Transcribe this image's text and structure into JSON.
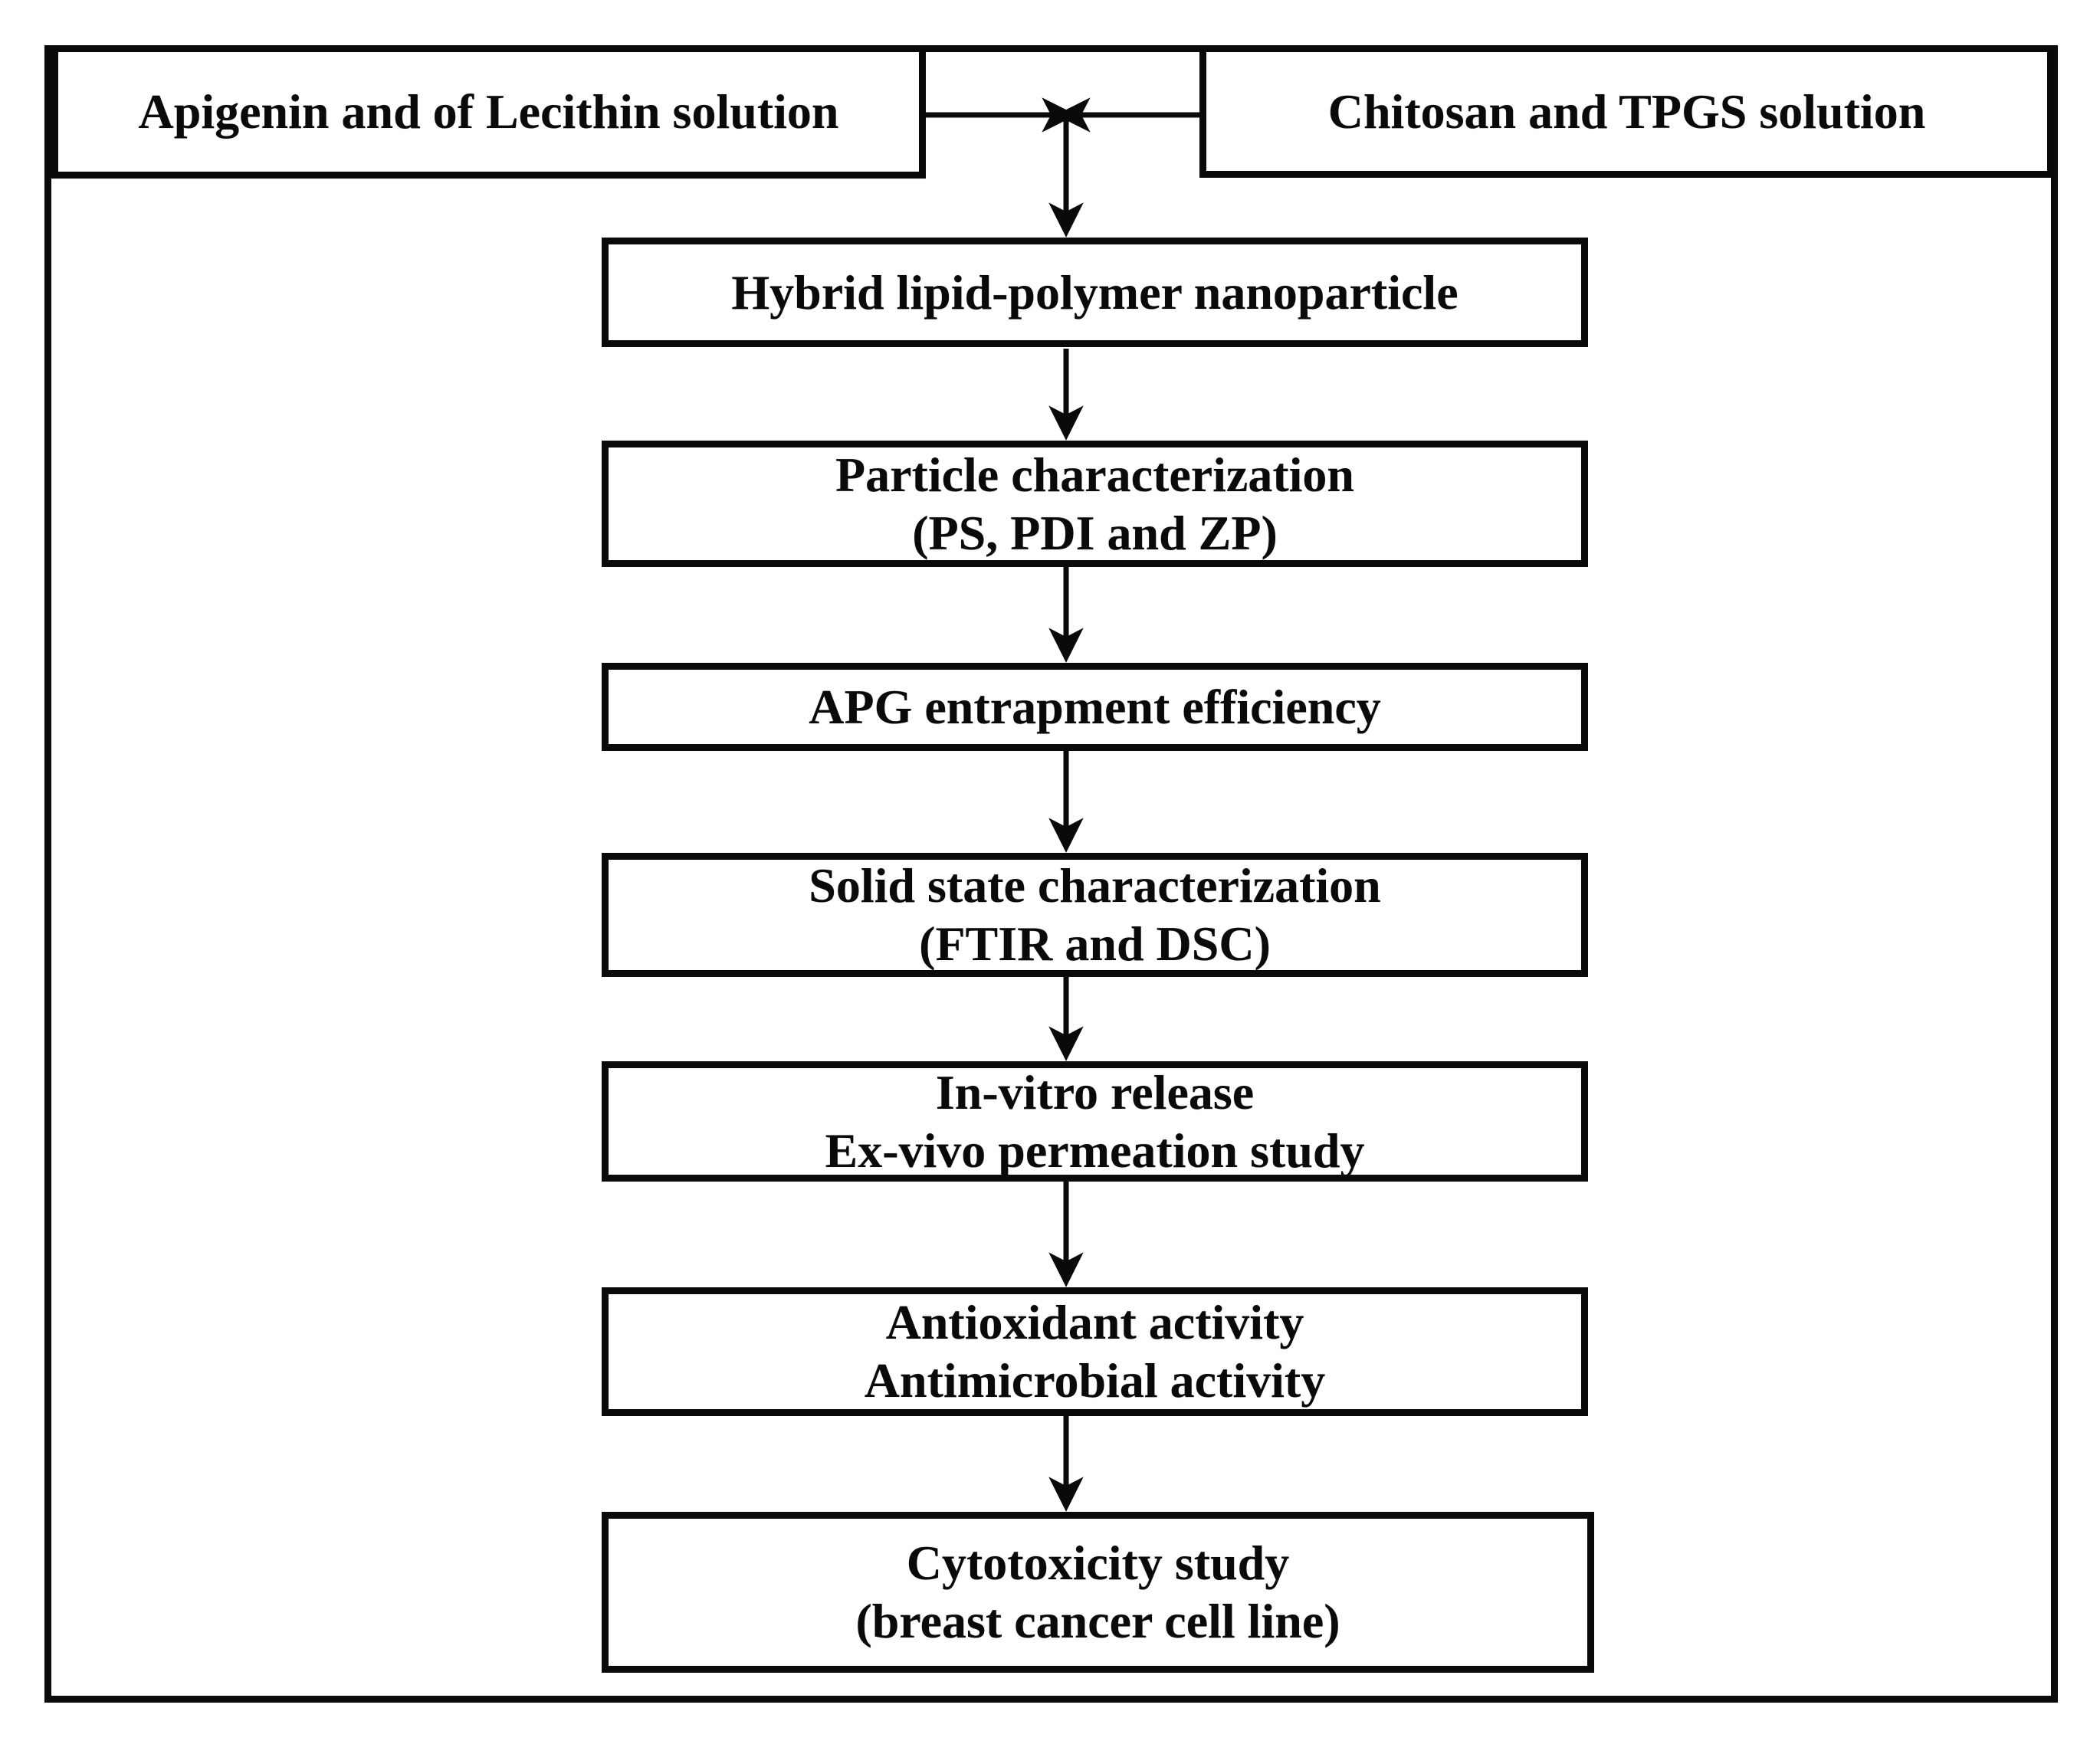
{
  "figure": {
    "colors": {
      "ink": "#0a0a0a",
      "background": "#ffffff"
    },
    "inputs": {
      "left": {
        "label": "Apigenin and of Lecithin solution"
      },
      "right": {
        "label": "Chitosan and TPGS solution"
      }
    },
    "steps": [
      {
        "id": "hybrid-lipid-polymer-nanoparticle",
        "lines": [
          "Hybrid lipid-polymer nanoparticle"
        ]
      },
      {
        "id": "particle-characterization",
        "lines": [
          "Particle characterization",
          "(PS, PDI and ZP)"
        ]
      },
      {
        "id": "apg-entrapment-efficiency",
        "lines": [
          "APG entrapment efficiency"
        ]
      },
      {
        "id": "solid-state-characterization",
        "lines": [
          "Solid state characterization",
          "(FTIR and DSC)"
        ]
      },
      {
        "id": "in-vitro-ex-vivo-study",
        "lines": [
          "In-vitro release",
          "Ex-vivo permeation study"
        ]
      },
      {
        "id": "antioxidant-antimicrobial",
        "lines": [
          "Antioxidant activity",
          "Antimicrobial activity"
        ]
      },
      {
        "id": "cytotoxicity-study",
        "lines": [
          "Cytotoxicity study",
          "(breast cancer cell line)"
        ]
      }
    ]
  }
}
